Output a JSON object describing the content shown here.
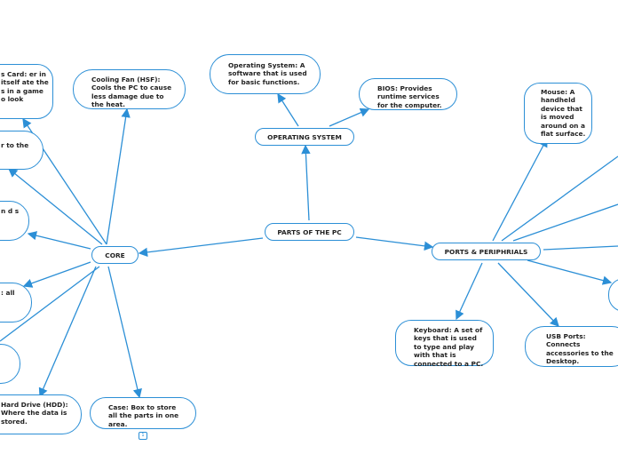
{
  "center": "PARTS OF THE PC",
  "os": {
    "label": "OPERATING SYSTEM",
    "children": [
      "Operating System: A software that is used for basic functions.",
      "BIOS: Provides runtime services for the computer."
    ]
  },
  "core": {
    "label": "CORE",
    "children": [
      "Cooling Fan (HSF): Cools the PC to cause less damage due to the heat.",
      "s Card: er in itself ate the s in a game o look",
      "r to the",
      "n d s",
      ": all",
      "",
      "Hard Drive (HDD): Where the data is stored.",
      "Case: Box to store all the parts in one area."
    ]
  },
  "ports": {
    "label": "PORTS & PERIPHRIALS",
    "children": [
      "Mouse: A handheld device that is moved around on a flat surface.",
      "Keyboard: A set of keys that is used to type and play with that is connected to a PC.",
      "USB Ports: Connects accessories to the Desktop."
    ]
  },
  "page_indicator": "1",
  "colors": {
    "line": "#2c8fd6"
  }
}
